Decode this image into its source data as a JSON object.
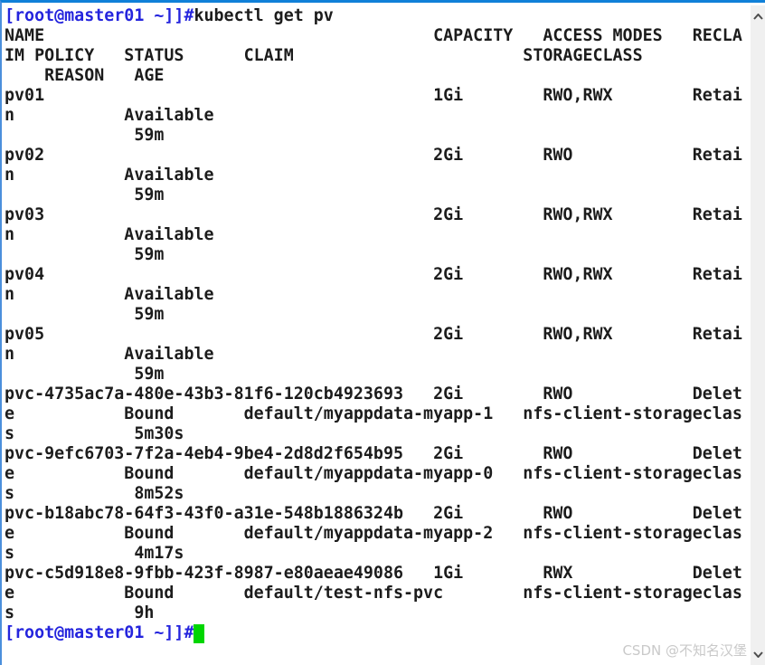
{
  "terminal": {
    "prompt": "[root@master01 ~]]#",
    "command": "kubectl get pv",
    "cursor_char": " "
  },
  "table": {
    "headers": [
      "NAME",
      "CAPACITY",
      "ACCESS MODES",
      "RECLAIM POLICY",
      "STATUS",
      "CLAIM",
      "STORAGECLASS",
      "REASON",
      "AGE"
    ],
    "rows": [
      [
        "pv01",
        "1Gi",
        "RWO,RWX",
        "Retain",
        "Available",
        "",
        "",
        "",
        "59m"
      ],
      [
        "pv02",
        "2Gi",
        "RWO",
        "Retain",
        "Available",
        "",
        "",
        "",
        "59m"
      ],
      [
        "pv03",
        "2Gi",
        "RWO,RWX",
        "Retain",
        "Available",
        "",
        "",
        "",
        "59m"
      ],
      [
        "pv04",
        "2Gi",
        "RWO,RWX",
        "Retain",
        "Available",
        "",
        "",
        "",
        "59m"
      ],
      [
        "pv05",
        "2Gi",
        "RWO,RWX",
        "Retain",
        "Available",
        "",
        "",
        "",
        "59m"
      ],
      [
        "pvc-4735ac7a-480e-43b3-81f6-120cb4923693",
        "2Gi",
        "RWO",
        "Delete",
        "Bound",
        "default/myappdata-myapp-1",
        "nfs-client-storageclass",
        "",
        "5m30s"
      ],
      [
        "pvc-9efc6703-7f2a-4eb4-9be4-2d8d2f654b95",
        "2Gi",
        "RWO",
        "Delete",
        "Bound",
        "default/myappdata-myapp-0",
        "nfs-client-storageclass",
        "",
        "8m52s"
      ],
      [
        "pvc-b18abc78-64f3-43f0-a31e-548b1886324b",
        "2Gi",
        "RWO",
        "Delete",
        "Bound",
        "default/myappdata-myapp-2",
        "nfs-client-storageclass",
        "",
        "4m17s"
      ],
      [
        "pvc-c5d918e8-9fbb-423f-8987-e80aeae49086",
        "1Gi",
        "RWX",
        "Delete",
        "Bound",
        "default/test-nfs-pvc",
        "nfs-client-storageclass",
        "",
        "9h"
      ]
    ]
  },
  "layout": {
    "wrap_width": 74,
    "column_offsets": [
      0,
      43,
      54,
      69,
      86,
      98,
      126,
      152,
      161
    ]
  },
  "colors": {
    "prompt_blue": "#2424dd",
    "text": "#1c1c1c",
    "cursor_green": "#00d600",
    "top_border_blue": "#1080d8",
    "scrollbar_track": "#f0f0f0",
    "scrollbar_arrow": "#4d4d4d",
    "watermark_gray": "#c9c9c9"
  },
  "watermark": "CSDN @不知名汉堡"
}
